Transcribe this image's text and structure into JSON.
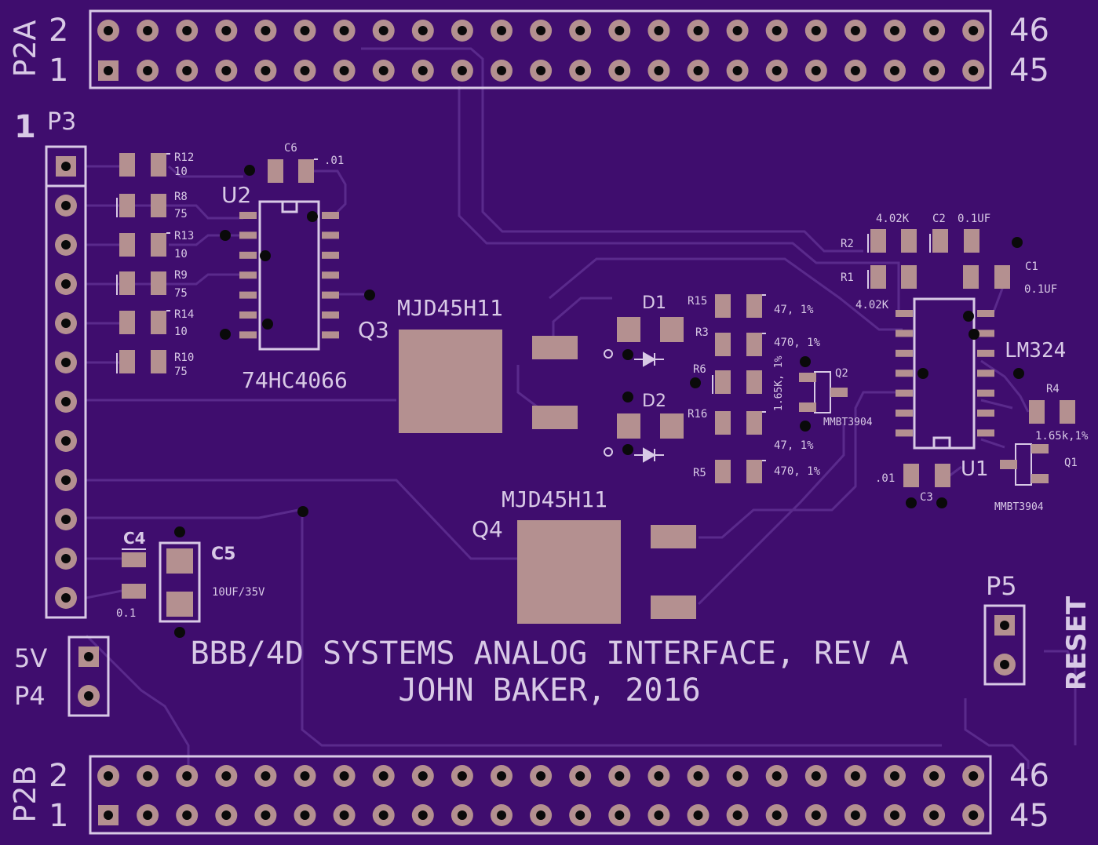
{
  "colors": {
    "board": "#3f0d6e",
    "trace": "#5a2a8c",
    "silkscreen": "#d8c9e6",
    "pad": "#b49090",
    "pad_ring": "#b49090",
    "drill": "#0a0a0a"
  },
  "title": {
    "line1": "BBB/4D SYSTEMS ANALOG INTERFACE, REV A",
    "line2": "JOHN BAKER, 2016"
  },
  "headers": {
    "p2a": {
      "name": "P2A",
      "pin_top_left": "2",
      "pin_bottom_left": "1",
      "pin_top_right": "46",
      "pin_bottom_right": "45"
    },
    "p2b": {
      "name": "P2B",
      "pin_top_left": "2",
      "pin_bottom_left": "1",
      "pin_top_right": "46",
      "pin_bottom_right": "45"
    },
    "p3": {
      "name": "P3",
      "pin1": "1"
    },
    "p4": {
      "name": "P4",
      "label": "5V"
    },
    "p5": {
      "name": "P5",
      "label": "RESET"
    }
  },
  "components": {
    "r12": {
      "ref": "R12",
      "value": "10"
    },
    "r8": {
      "ref": "R8",
      "value": "75"
    },
    "r13": {
      "ref": "R13",
      "value": "10"
    },
    "r9": {
      "ref": "R9",
      "value": "75"
    },
    "r14": {
      "ref": "R14",
      "value": "10"
    },
    "r10": {
      "ref": "R10",
      "value": "75"
    },
    "c6": {
      "ref": "C6",
      "value": ".01"
    },
    "u2": {
      "ref": "U2",
      "value": "74HC4066"
    },
    "q3": {
      "ref": "Q3",
      "value": "MJD45H11"
    },
    "q4": {
      "ref": "Q4",
      "value": "MJD45H11"
    },
    "d1": {
      "ref": "D1"
    },
    "d2": {
      "ref": "D2"
    },
    "r15": {
      "ref": "R15",
      "value": "47, 1%"
    },
    "r3": {
      "ref": "R3",
      "value": "470, 1%"
    },
    "r6": {
      "ref": "R6",
      "value": "1.65K, 1%"
    },
    "r16": {
      "ref": "R16",
      "value": "47, 1%"
    },
    "r5": {
      "ref": "R5",
      "value": "470, 1%"
    },
    "q2": {
      "ref": "Q2",
      "value": "MMBT3904"
    },
    "r2": {
      "ref": "R2",
      "value": "4.02K"
    },
    "r1": {
      "ref": "R1",
      "value": "4.02K"
    },
    "c2": {
      "ref": "C2",
      "value": "0.1UF"
    },
    "c1": {
      "ref": "C1",
      "value": "0.1UF"
    },
    "u1": {
      "ref": "U1",
      "value": "LM324"
    },
    "r4": {
      "ref": "R4",
      "value": "1.65k,1%"
    },
    "q1": {
      "ref": "Q1",
      "value": "MMBT3904"
    },
    "c3": {
      "ref": "C3",
      "value": ".01"
    },
    "c4": {
      "ref": "C4",
      "value": "0.1"
    },
    "c5": {
      "ref": "C5",
      "value": "10UF/35V"
    }
  }
}
